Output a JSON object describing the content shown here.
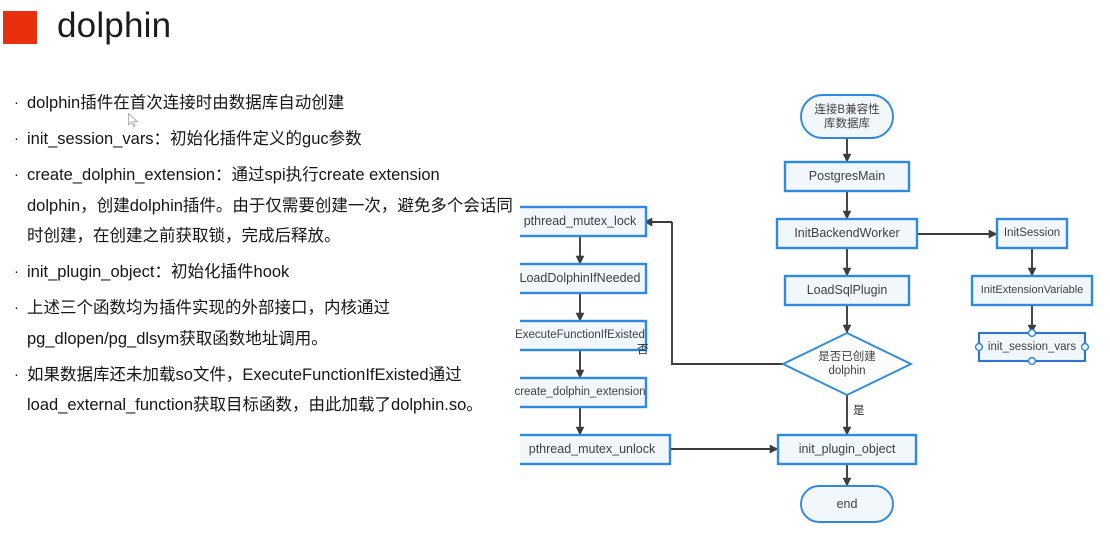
{
  "slide": {
    "title": "dolphin",
    "accent_color": "#e8300e",
    "node_border_color": "#2e8ae0",
    "node_fill_color": "#f2f7fc",
    "connector_color": "#404040"
  },
  "bullets": [
    {
      "dot": "·",
      "text": "dolphin插件在首次连接时由数据库自动创建"
    },
    {
      "dot": "·",
      "text": "init_session_vars：初始化插件定义的guc参数"
    },
    {
      "dot": "·",
      "text": "create_dolphin_extension：通过spi执行create extension dolphin，创建dolphin插件。由于仅需要创建一次，避免多个会话同时创建，在创建之前获取锁，完成后释放。"
    },
    {
      "dot": "·",
      "text": "init_plugin_object：初始化插件hook"
    },
    {
      "dot": "·",
      "text": "上述三个函数均为插件实现的外部接口，内核通过pg_dlopen/pg_dlsym获取函数地址调用。"
    },
    {
      "dot": "·",
      "text": "如果数据库还未加载so文件，ExecuteFunctionIfExisted通过load_external_function获取目标函数，由此加载了dolphin.so。"
    }
  ],
  "flowchart": {
    "type": "flowchart",
    "nodes": [
      {
        "id": "start",
        "label": "连接B兼容性\n库数据库",
        "shape": "terminator",
        "column": "center",
        "selected": false
      },
      {
        "id": "postgres_main",
        "label": "PostgresMain",
        "shape": "process",
        "column": "center",
        "selected": false
      },
      {
        "id": "init_backend",
        "label": "InitBackendWorker",
        "shape": "process",
        "column": "center",
        "selected": false
      },
      {
        "id": "load_sql_plugin",
        "label": "LoadSqlPlugin",
        "shape": "process",
        "column": "center",
        "selected": false
      },
      {
        "id": "decision",
        "label": "是否已创建\ndolphin",
        "shape": "decision",
        "column": "center",
        "selected": false
      },
      {
        "id": "init_plugin_obj",
        "label": "init_plugin_object",
        "shape": "process",
        "column": "center",
        "selected": false
      },
      {
        "id": "end",
        "label": "end",
        "shape": "terminator",
        "column": "center",
        "selected": false
      },
      {
        "id": "mutex_lock",
        "label": "pthread_mutex_lock",
        "shape": "process",
        "column": "left",
        "selected": false
      },
      {
        "id": "load_dolphin",
        "label": "LoadDolphinIfNeeded",
        "shape": "process",
        "column": "left",
        "selected": false
      },
      {
        "id": "exec_func",
        "label": "ExecuteFunctionIfExisted",
        "shape": "process",
        "column": "left",
        "selected": false
      },
      {
        "id": "create_ext",
        "label": "create_dolphin_extension",
        "shape": "process",
        "column": "left",
        "selected": false
      },
      {
        "id": "mutex_unlock",
        "label": "pthread_mutex_unlock",
        "shape": "process",
        "column": "left",
        "selected": false
      },
      {
        "id": "init_session",
        "label": "InitSession",
        "shape": "process",
        "column": "right",
        "selected": false
      },
      {
        "id": "init_ext_var",
        "label": "InitExtensionVariable",
        "shape": "process",
        "column": "right",
        "selected": false
      },
      {
        "id": "init_session_vars",
        "label": "init_session_vars",
        "shape": "process",
        "column": "right",
        "selected": true
      }
    ],
    "edge_labels": [
      {
        "id": "no-branch",
        "text": "否"
      },
      {
        "id": "yes-branch",
        "text": "是"
      }
    ]
  }
}
